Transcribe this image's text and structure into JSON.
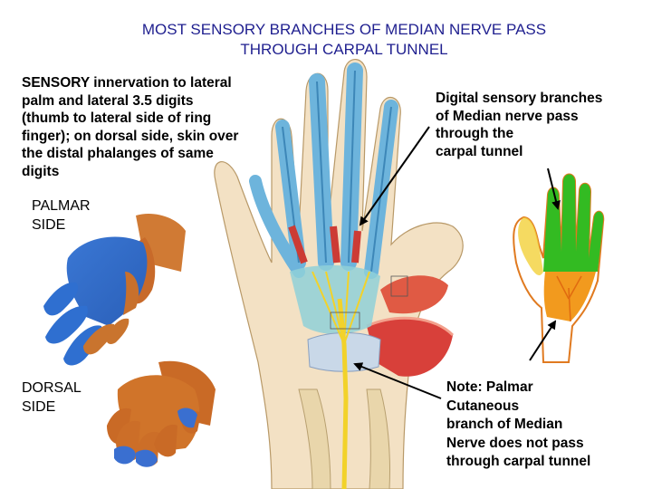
{
  "title": {
    "line1": "MOST SENSORY BRANCHES OF MEDIAN NERVE PASS",
    "line2": "THROUGH CARPAL TUNNEL"
  },
  "left_note": {
    "lines": [
      "SENSORY innervation to lateral",
      "palm and lateral 3.5 digits",
      "(thumb to lateral side of ring",
      "finger); on dorsal side, skin over",
      "the distal phalanges of same",
      "digits"
    ]
  },
  "palmar_label": {
    "lines": [
      "PALMAR",
      "SIDE"
    ]
  },
  "dorsal_label": {
    "lines": [
      "DORSAL",
      "SIDE"
    ]
  },
  "right_top_note": {
    "lines": [
      "Digital sensory branches",
      "of Median nerve pass",
      "through the",
      "carpal tunnel"
    ]
  },
  "right_bottom_note": {
    "lines": [
      "Note: Palmar",
      "Cutaneous",
      "branch of Median",
      "Nerve does not pass",
      "through carpal tunnel"
    ]
  },
  "colors": {
    "title": "#1f1f8f",
    "median_sensory_blue": "#2f6fd0",
    "skin_orange": "#d0742a",
    "palm_green": "#33bb22",
    "palm_orange": "#f29a1e",
    "nerve_yellow": "#f2d22a",
    "tendon_blue": "#6db4dc",
    "muscle_red": "#d8403a",
    "bone": "#e9d6ab"
  }
}
